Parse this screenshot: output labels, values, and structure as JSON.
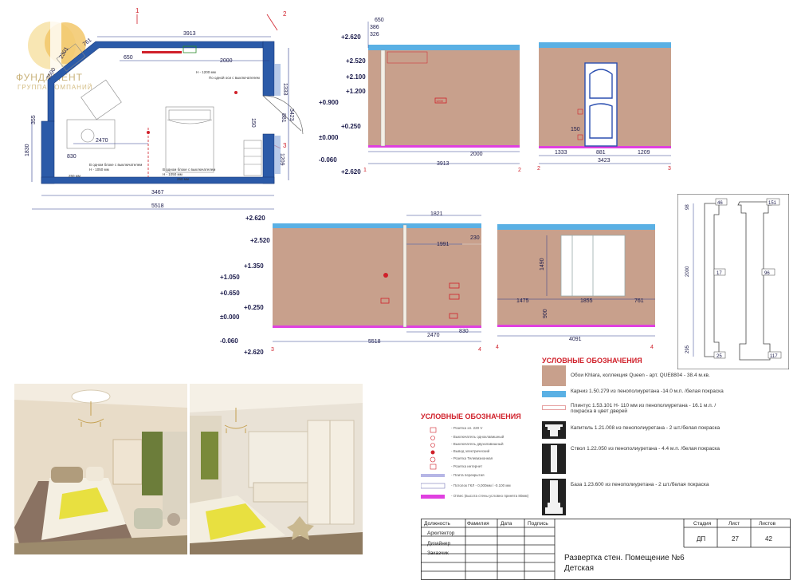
{
  "logo": {
    "line1": "ФУНДАМЕНТ",
    "line2": "ГРУППА КОМПАНИЙ",
    "brand_color": "#f2c76a"
  },
  "plan": {
    "axis_labels": [
      "1",
      "2",
      "3"
    ],
    "dims": {
      "top": "3913",
      "d650": "650",
      "d2000": "2000",
      "d761": "761",
      "d1333": "1333",
      "d3423": "3423",
      "d881": "881",
      "d1209": "1209",
      "d150": "150",
      "d2470": "2470",
      "d830": "830",
      "d355": "355",
      "d1830": "1830",
      "d3467": "3467",
      "d5518": "5518",
      "d2500": "2500",
      "d2301": "2301"
    },
    "notes": {
      "n1": "H - 1200 мм",
      "n2": "По одной оси с выключателем",
      "n3": "В одном блоке с выключателем",
      "n4": "H - 1050 мм",
      "n5": "В одном блоке с выключателем",
      "n6": "H - 1050 мм",
      "n7": "250 мм",
      "n8": "250 мм"
    }
  },
  "elev1": {
    "levels": [
      "+2.620",
      "+2.520",
      "+2.100",
      "+1.200",
      "+0.900",
      "+0.250",
      "±0.000",
      "-0.060",
      "+2.620"
    ],
    "dims": {
      "d650": "650",
      "d386": "386",
      "d326": "326",
      "d2000": "2000",
      "d3913": "3913"
    },
    "axes": [
      "1",
      "2"
    ]
  },
  "elev2": {
    "dims": {
      "d150": "150",
      "d1333": "1333",
      "d881": "881",
      "d1209": "1209",
      "d3423": "3423"
    },
    "axes": [
      "2",
      "3"
    ]
  },
  "elev3": {
    "levels": [
      "+2.620",
      "+2.520",
      "+1.350",
      "+1.050",
      "+0.650",
      "+0.250",
      "±0.000",
      "-0.060",
      "+2.620"
    ],
    "dims": {
      "d1821": "1821",
      "d230": "230",
      "d1991": "1991",
      "d2470": "2470",
      "d830": "830",
      "d5518": "5518"
    },
    "axes": [
      "3",
      "4"
    ]
  },
  "elev4": {
    "dims": {
      "d1490": "1490",
      "d900": "900",
      "d1475": "1475",
      "d1855": "1855",
      "d761": "761",
      "d4091": "4091"
    },
    "axes": [
      "4",
      "4"
    ]
  },
  "column": {
    "dims": {
      "d98": "98",
      "d2000": "2000",
      "d295": "295",
      "d46": "46",
      "d17": "17",
      "d25": "25",
      "d151": "151",
      "d96": "96",
      "d117": "117"
    }
  },
  "legend_materials": {
    "title": "УСЛОВНЫЕ ОБОЗНАЧЕНИЯ",
    "items": [
      {
        "text": "Обои  Khlara, коллекция Queen - арт. QUE8804  - 38.4 м.кв.",
        "color": "#c8a08c"
      },
      {
        "text": "Карниз 1.50.279 из пенополиуретана  -14.0 м.п. /белая покраска",
        "color": "#5ab0e4"
      },
      {
        "text": "Плинтус 1.53.101 Н- 110 мм из пенополиуретана  - 16.1 м.п. / покраска в цвет дверей",
        "color": "#ffffff"
      },
      {
        "text": "Капитель 1.21.008 из пенополиуретана - 2 шт./белая покраска",
        "color": ""
      },
      {
        "text": "Ствол 1.22.050 из пенополиуретана  - 4.4 м.п. /белая покраска",
        "color": ""
      },
      {
        "text": "База 1.23.600 из пенополиуретана  - 2 шт./белая покраска",
        "color": ""
      }
    ]
  },
  "legend_electric": {
    "title": "УСЛОВНЫЕ ОБОЗНАЧЕНИЯ",
    "items": [
      "- Розетка эл. 220 V",
      "- Выключатель одноклавишный",
      "- Выключатель двухклавишный",
      "- Вывод электрический",
      "- Розетка Телевизионная",
      "- Розетка интернет",
      "- Плита перекрытия",
      "- Потолок ГКЛ - 0,000мм / -0.100 мм",
      "- Отвес (высота стены условно принята 80мм)"
    ]
  },
  "title_block": {
    "headers": [
      "Должность",
      "Фамилия",
      "Дата",
      "Подпись"
    ],
    "rows": [
      "Архитектор",
      "Дизайнер",
      "Заказчик"
    ],
    "stage_label": "Стадия",
    "sheet_label": "Лист",
    "sheets_label": "Листов",
    "stage": "ДП",
    "sheet": "27",
    "sheets": "42",
    "title_line1": "Развертка  стен. Помещение №6",
    "title_line2": "Детская"
  },
  "colors": {
    "wall": "#c8a08c",
    "cornice": "#5ab0e4",
    "plinth": "#e040e0",
    "wall_section": "#2b5aa8",
    "dim": "#2a3a8a",
    "marker": "#d0202a"
  }
}
